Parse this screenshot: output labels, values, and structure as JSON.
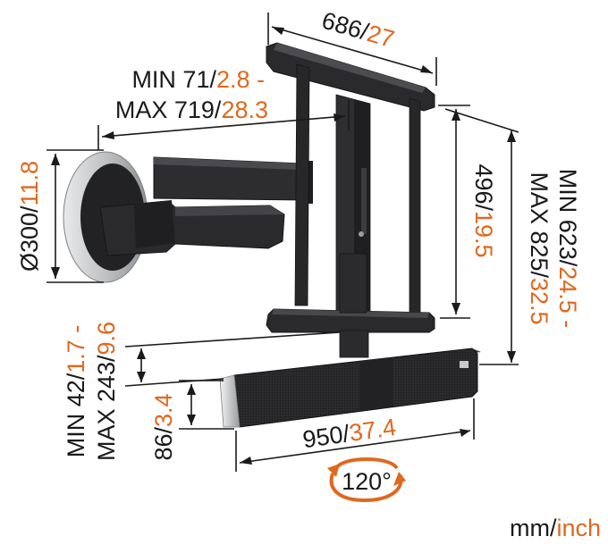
{
  "colors": {
    "metric": "#1a1a1a",
    "imperial": "#e0681e",
    "mount_black": "#2c2c2e",
    "mount_dark": "#1e1e20",
    "plate_silver": "#c9cbcd",
    "soundbar_grille": "#2a2a2c"
  },
  "dimensions": {
    "plate_width": {
      "metric": "686/",
      "imperial": "27"
    },
    "arm_extension": {
      "line1_metric": "MIN 71/",
      "line1_imperial": "2.8 -",
      "line2_metric": "MAX 719/",
      "line2_imperial": "28.3"
    },
    "wall_plate_diameter": {
      "metric": "Ø300/",
      "imperial": "11.8"
    },
    "plate_height": {
      "metric": "496/",
      "imperial": "19.5"
    },
    "total_height": {
      "line1_metric": "MIN 623/",
      "line1_imperial": "24.5 -",
      "line2_metric": "MAX 825/",
      "line2_imperial": "32.5"
    },
    "soundbar_gap": {
      "line1_metric": "MIN 42/",
      "line1_imperial": "1.7 -",
      "line2_metric": "MAX 243/",
      "line2_imperial": "9.6"
    },
    "soundbar_height": {
      "metric": "86/",
      "imperial": "3.4"
    },
    "soundbar_width": {
      "metric": "950/",
      "imperial": "37.4"
    }
  },
  "rotation": {
    "label": "120°"
  },
  "units_legend": {
    "metric": "mm/",
    "imperial": "inch"
  }
}
